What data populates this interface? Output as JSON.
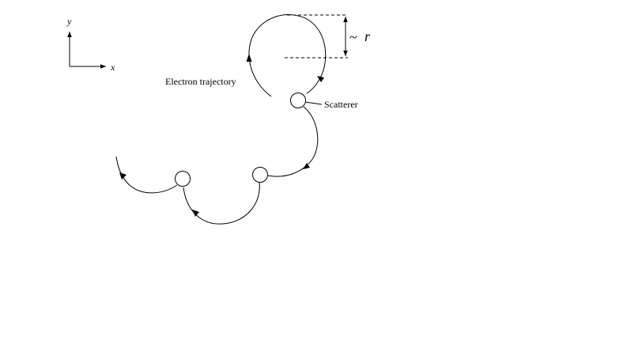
{
  "axes": {
    "y_label": "y",
    "x_label": "x"
  },
  "labels": {
    "trajectory": "Electron trajectory",
    "scatterer": "Scatterer",
    "radius_tilde": "~",
    "radius_symbol": "r"
  }
}
